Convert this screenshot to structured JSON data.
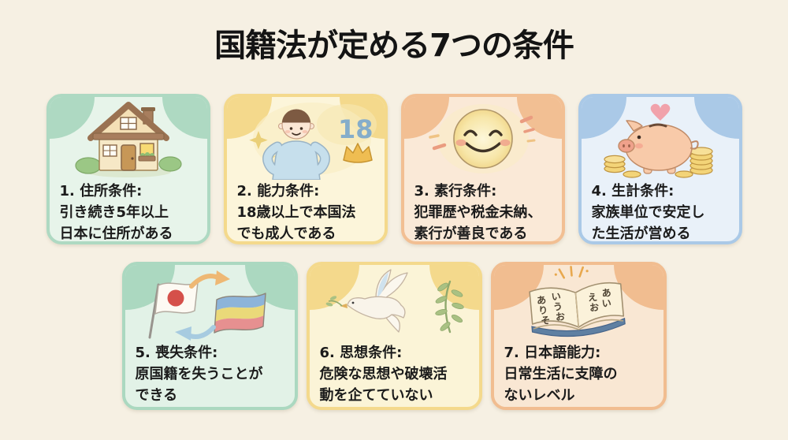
{
  "page": {
    "background_color": "#f6f0e3",
    "title": "国籍法が定める7つの条件",
    "title_color": "#141414"
  },
  "cards": [
    {
      "title": "1. 住所条件:",
      "lines": [
        "引き続き5年以上",
        "日本に住所がある"
      ],
      "accent_color": "#aed9c2",
      "bg_color": "#e7f4ea",
      "illustration": {
        "name": "house-icon"
      }
    },
    {
      "title": "2. 能力条件:",
      "lines": [
        "18歳以上で本国法",
        "でも成人である"
      ],
      "accent_color": "#f4d98c",
      "bg_color": "#fcf5da",
      "illustration": {
        "name": "young-adult-18-icon",
        "text": "18"
      }
    },
    {
      "title": "3. 素行条件:",
      "lines": [
        "犯罪歴や税金未納、",
        "素行が善良である"
      ],
      "accent_color": "#f2bf93",
      "bg_color": "#fae9d7",
      "illustration": {
        "name": "smiley-face-icon"
      }
    },
    {
      "title": "4. 生計条件:",
      "lines": [
        "家族単位で安定し",
        "た生活が営める"
      ],
      "accent_color": "#aac9e7",
      "bg_color": "#e9f1f9",
      "illustration": {
        "name": "piggy-bank-icon"
      }
    },
    {
      "title": "5. 喪失条件:",
      "lines": [
        "原国籍を失うことが",
        "できる"
      ],
      "accent_color": "#abd8c0",
      "bg_color": "#e2f2e7",
      "illustration": {
        "name": "flags-exchange-icon"
      }
    },
    {
      "title": "6. 思想条件:",
      "lines": [
        "危険な思想や破壊活",
        "動を企てていない"
      ],
      "accent_color": "#f4d98c",
      "bg_color": "#fbf4d7",
      "illustration": {
        "name": "dove-olive-branch-icon"
      }
    },
    {
      "title": "7. 日本語能力:",
      "lines": [
        "日常生活に支障の",
        "ないレベル"
      ],
      "accent_color": "#f1bd90",
      "bg_color": "#f9e7d3",
      "illustration": {
        "name": "open-book-icon",
        "kana": [
          "あ",
          "り",
          "そ",
          "い",
          "う",
          "お",
          "あ",
          "い",
          "え",
          "お"
        ]
      }
    }
  ]
}
